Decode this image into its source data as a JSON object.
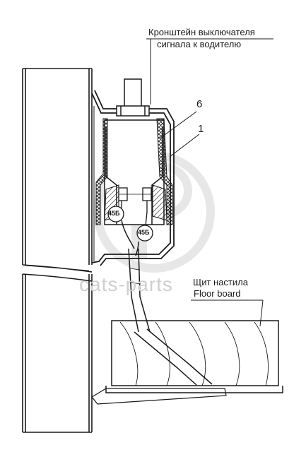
{
  "labels": {
    "bracket_line1": "Кронштейн выключателя",
    "bracket_line2": "сигнала к водителю",
    "part_6": "6",
    "part_1": "1",
    "floor_ru": "Щит настила",
    "floor_en": "Floor board",
    "wire_tag_a": "45Б",
    "wire_tag_b": "45Б"
  },
  "watermark": {
    "text": "cats-parts",
    "logo": "cats-parts",
    "color": "#cfcfcf"
  },
  "colors": {
    "ink": "#1a1a1a",
    "background": "#ffffff"
  }
}
